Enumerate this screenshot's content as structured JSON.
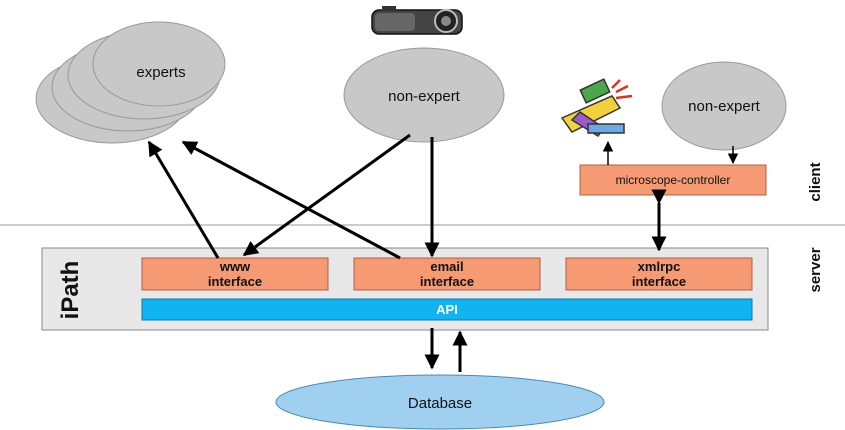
{
  "diagram": {
    "client_label": "client",
    "server_label": "server",
    "system_label": "iPath",
    "experts_label": "experts",
    "non_expert_left_label": "non-expert",
    "non_expert_right_label": "non-expert",
    "microscope_controller_label": "microscope-controller",
    "interfaces": {
      "www": [
        "www",
        "interface"
      ],
      "email": [
        "email",
        "interface"
      ],
      "xmlrpc": [
        "xmlrpc",
        "interface"
      ]
    },
    "api_label": "API",
    "database_label": "Database",
    "icons": [
      "camera-icon",
      "microscope-icon"
    ],
    "colors": {
      "interface_fill": "#f59a72",
      "api_fill": "#10b4f0",
      "server_panel_fill": "#e8e8e8",
      "people_fill": "#c8c8c8",
      "database_fill": "#9fd0f0"
    }
  }
}
